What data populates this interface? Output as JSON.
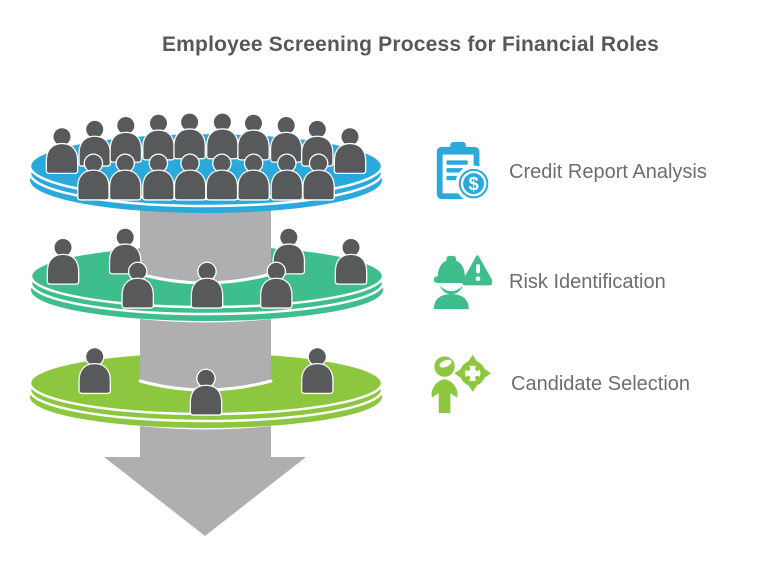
{
  "title": "Employee Screening Process for Financial Roles",
  "colors": {
    "stage_blue": "#29A9DC",
    "stage_green": "#3DBE8C",
    "stage_lime": "#8DC63F",
    "arrow_gray": "#AFAFB1",
    "person_gray": "#58595B",
    "title_text": "#57585A",
    "label_text": "#6B6D70",
    "background": "#FFFFFF"
  },
  "funnel": {
    "arrow_direction": "down",
    "stages": [
      {
        "label": "Credit Report Analysis",
        "icon": "clipboard-dollar-icon",
        "color_key": "stage_blue",
        "people_count": 18
      },
      {
        "label": "Risk Identification",
        "icon": "hardhat-warning-icon",
        "color_key": "stage_green",
        "people_count": 7
      },
      {
        "label": "Candidate Selection",
        "icon": "person-target-icon",
        "color_key": "stage_lime",
        "people_count": 3
      }
    ]
  }
}
